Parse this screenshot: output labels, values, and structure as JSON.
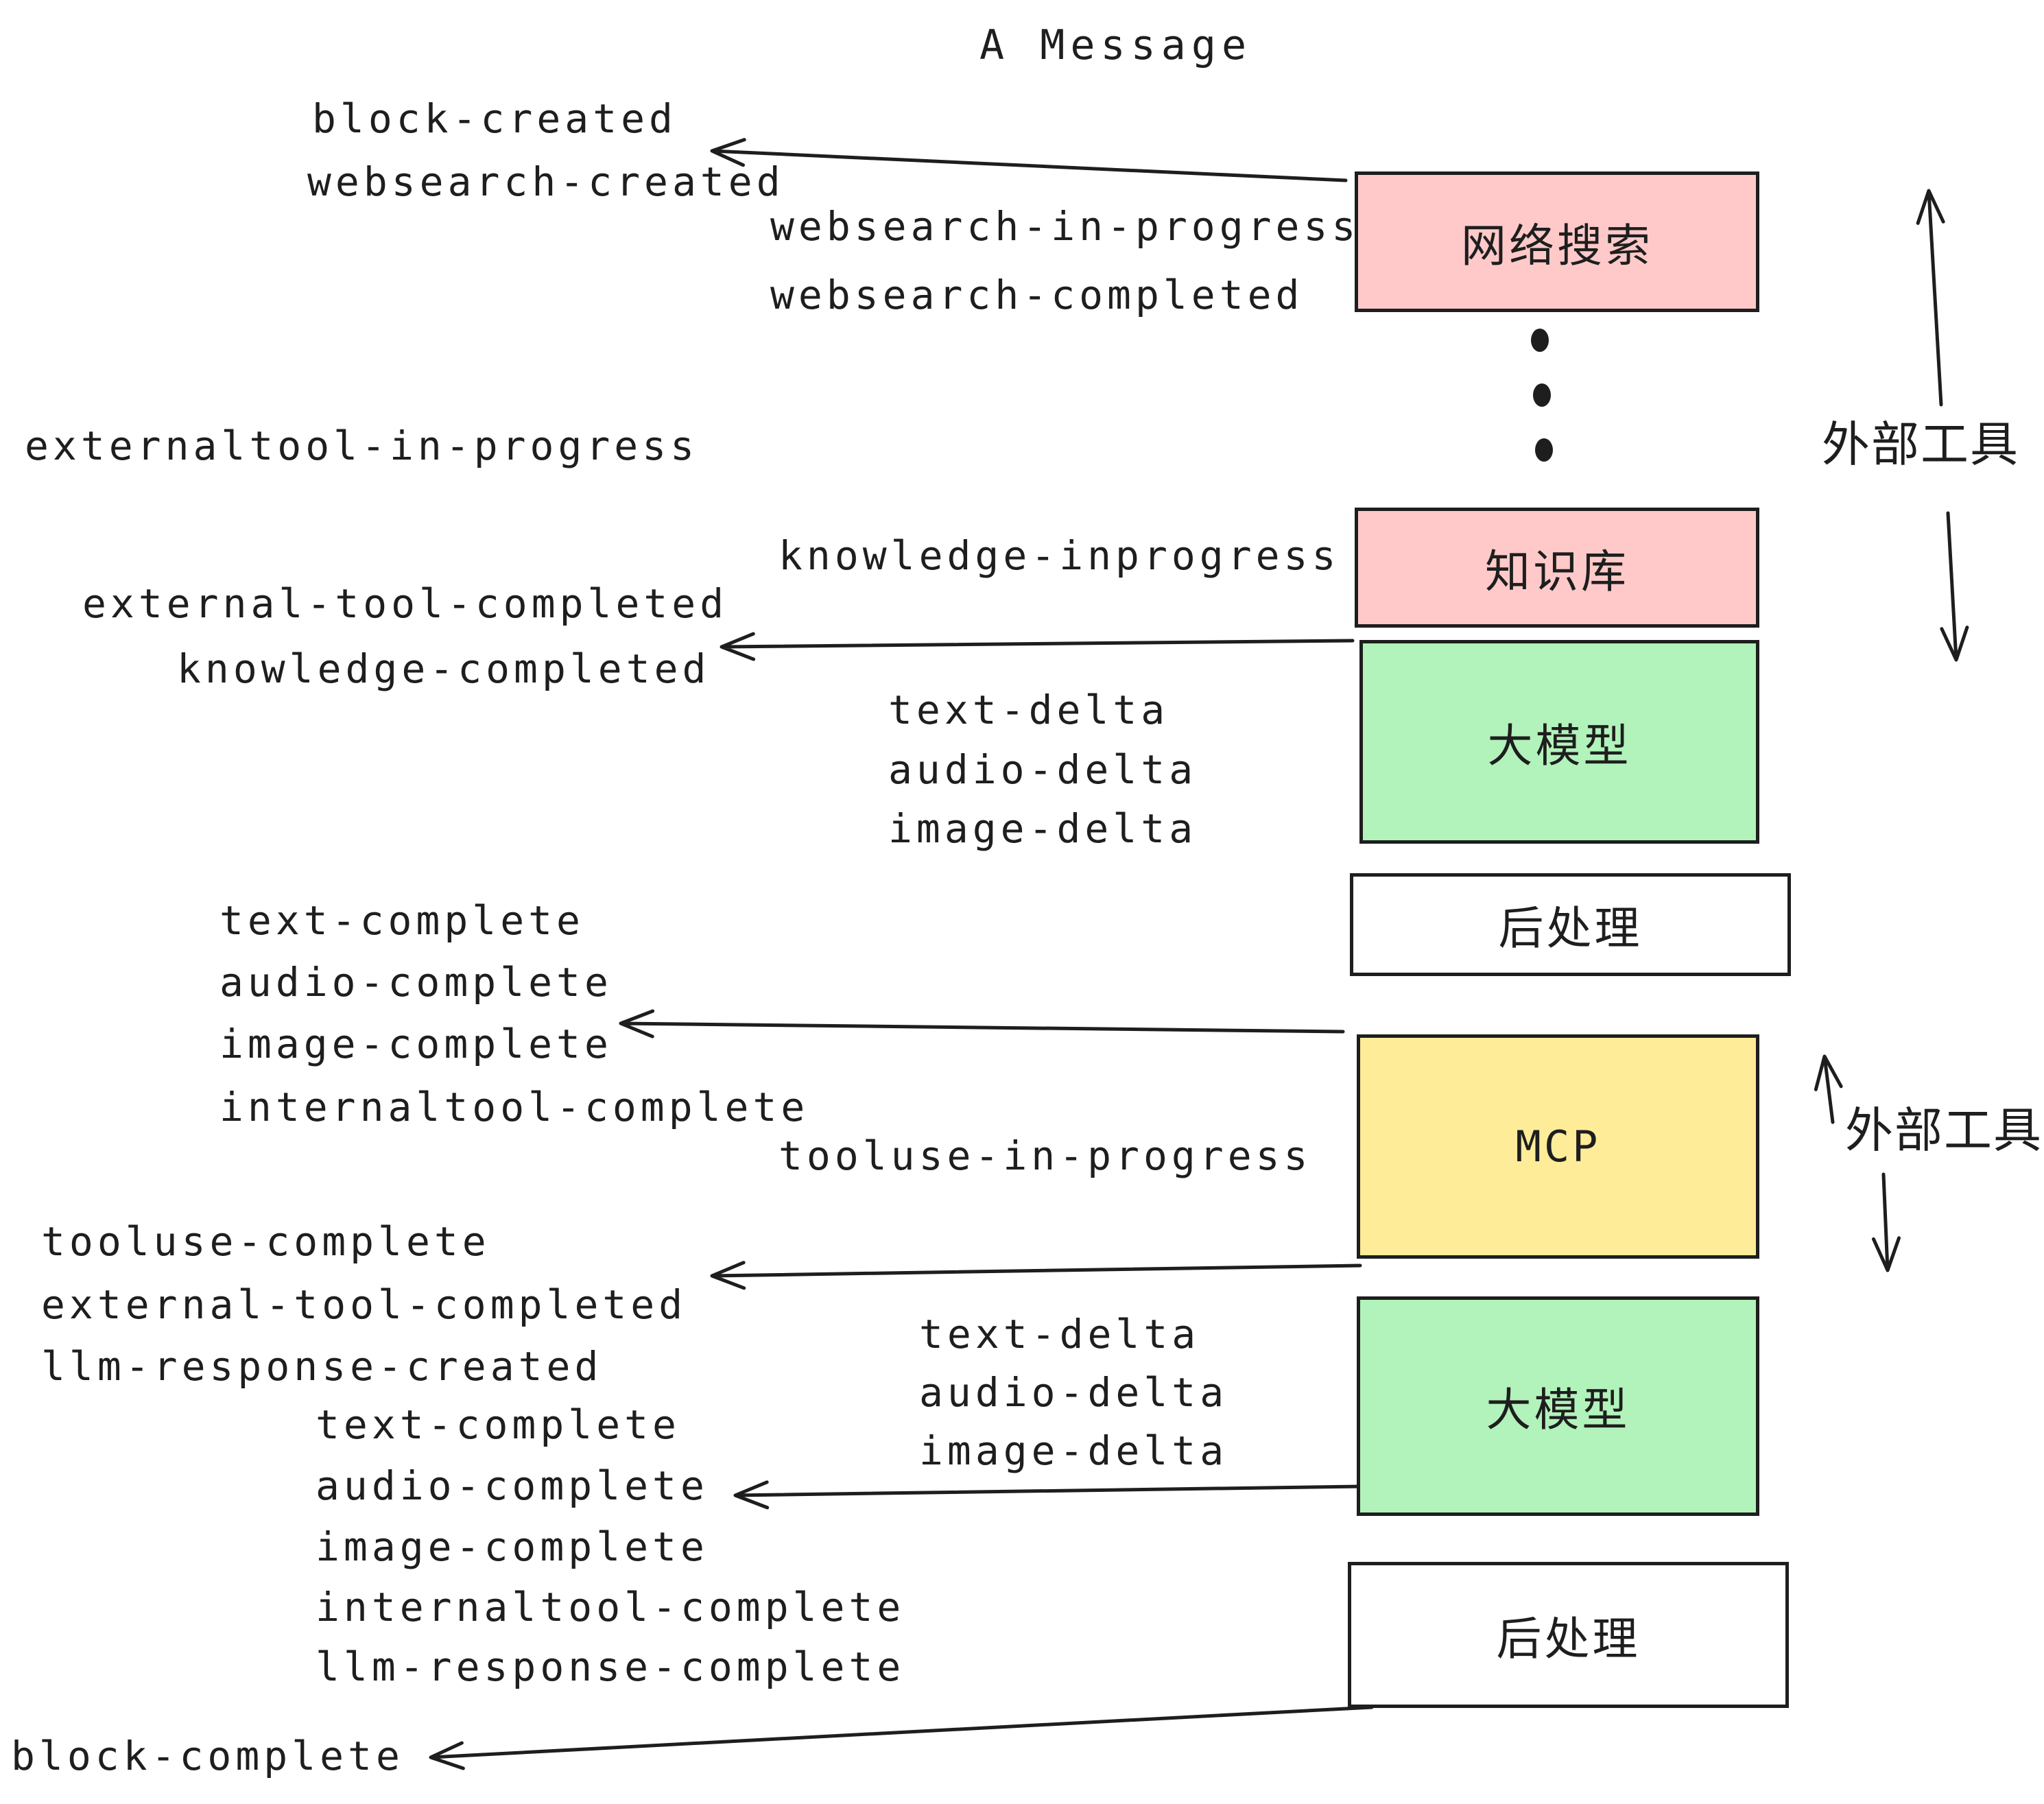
{
  "title": "A Message",
  "colors": {
    "bg": "#ffffff",
    "stroke": "#1e1e1e",
    "pink": "#ffc9c9",
    "green": "#b2f2bb",
    "yellow": "#ffec99",
    "white": "#ffffff"
  },
  "boxes": {
    "websearch": "网络搜索",
    "knowledge": "知识库",
    "llm1": "大模型",
    "post1": "后处理",
    "mcp": "MCP",
    "llm2": "大模型",
    "post2": "后处理"
  },
  "side_labels": {
    "external_tools_top": "外部工具",
    "external_tools_mid": "外部工具"
  },
  "events": {
    "block_created": "block-created",
    "websearch_created": "websearch-created",
    "websearch_in_progress": "websearch-in-progress",
    "websearch_completed": "websearch-completed",
    "externaltool_in_progress": "externaltool-in-progress",
    "external_tool_completed_1": "external-tool-completed",
    "knowledge_inprogress": "knowledge-inprogress",
    "knowledge_completed": "knowledge-completed",
    "text_delta_1": "text-delta",
    "audio_delta_1": "audio-delta",
    "image_delta_1": "image-delta",
    "text_complete_1": "text-complete",
    "audio_complete_1": "audio-complete",
    "image_complete_1": "image-complete",
    "internaltool_complete_1": "internaltool-complete",
    "tooluse_in_progress": "tooluse-in-progress",
    "tooluse_complete": "tooluse-complete",
    "external_tool_completed_2": "external-tool-completed",
    "llm_response_created": "llm-response-created",
    "text_delta_2": "text-delta",
    "audio_delta_2": "audio-delta",
    "image_delta_2": "image-delta",
    "text_complete_2": "text-complete",
    "audio_complete_2": "audio-complete",
    "image_complete_2": "image-complete",
    "internaltool_complete_2": "internaltool-complete",
    "llm_response_complete": "llm-response-complete",
    "block_complete": "block-complete"
  }
}
